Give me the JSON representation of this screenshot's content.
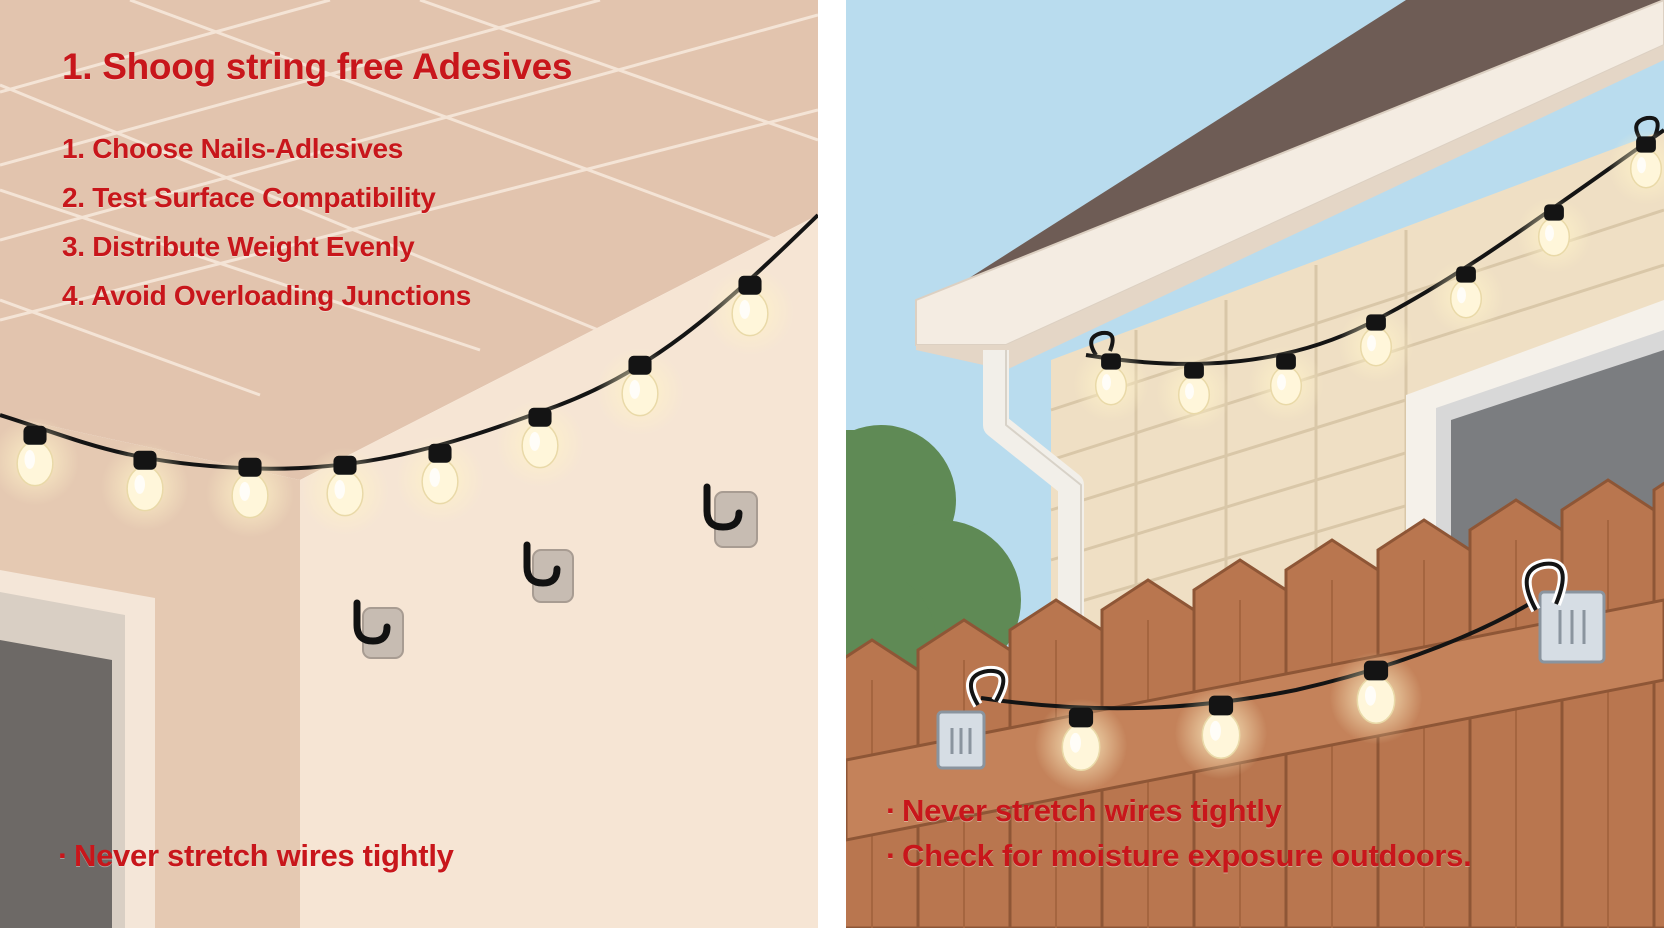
{
  "left": {
    "title": "1. Shoog string free Adesives",
    "steps": [
      "1. Choose Nails-Adlesives",
      "2. Test Surface Compatibility",
      "3. Distribute Weight Evenly",
      "4. Avoid Overloading Junctions"
    ],
    "tip": "Never stretch wires tightly"
  },
  "right": {
    "tips": [
      "Never stretch wires tightly",
      "Check for moisture exposure outdoors."
    ]
  },
  "bullet": "·",
  "colors": {
    "text_red": "#c8161b",
    "ceiling": "#e2c4ae",
    "wall": "#f5e3d2",
    "sky": "#b9dcee",
    "fence": "#b9764f",
    "wire": "#141414",
    "bulb": "#fff6da"
  },
  "icons": {
    "adhesive_hook": "adhesive-hook-icon",
    "mount_plate": "mounting-plate-icon",
    "bulb": "light-bulb-icon"
  }
}
